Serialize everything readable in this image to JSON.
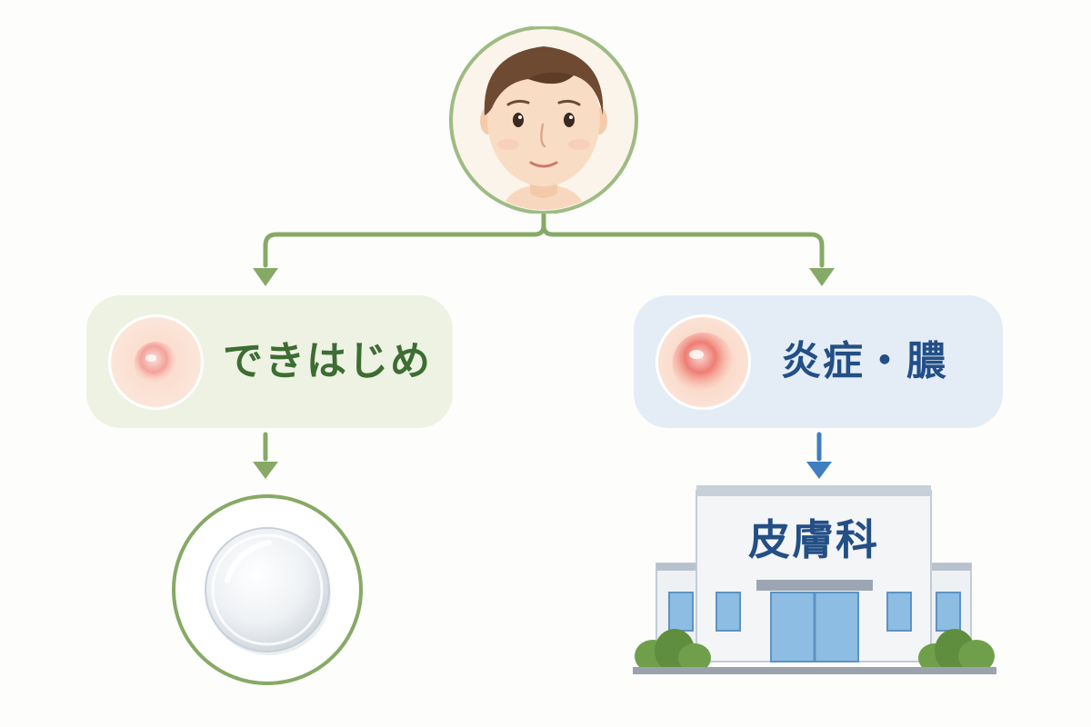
{
  "diagram": {
    "person": {
      "icon": "person-face-icon"
    },
    "branches": [
      {
        "id": "early",
        "label": "できはじめ",
        "icon": "small-pimple-icon"
      },
      {
        "id": "inflamed",
        "label": "炎症・膿",
        "icon": "inflamed-pimple-icon"
      }
    ],
    "outcomes": [
      {
        "id": "patch",
        "icon": "acne-patch-icon"
      },
      {
        "id": "clinic",
        "sign": "皮膚科",
        "icon": "clinic-building-icon"
      }
    ]
  },
  "colors": {
    "green_accent": "#86aa66",
    "green_text": "#3d6d32",
    "green_panel": "#eef2e3",
    "blue_accent": "#3f7fc0",
    "blue_text": "#234f86",
    "blue_panel": "#e4edf6"
  }
}
